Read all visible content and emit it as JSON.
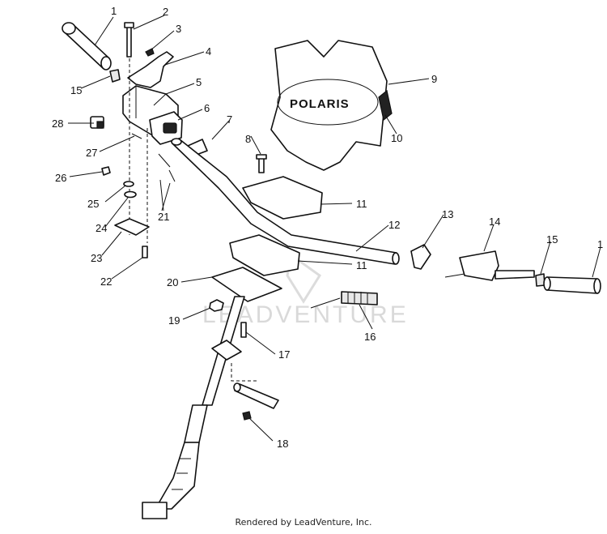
{
  "diagram": {
    "callouts": [
      "1",
      "2",
      "3",
      "4",
      "5",
      "6",
      "7",
      "8",
      "9",
      "10",
      "11",
      "11",
      "12",
      "13",
      "14",
      "15",
      "1",
      "15",
      "16",
      "17",
      "18",
      "19",
      "20",
      "21",
      "22",
      "23",
      "24",
      "25",
      "26",
      "27",
      "28"
    ],
    "pad_logo_text": "POLARIS",
    "watermark_text": "LEADVENTURE"
  },
  "footer": {
    "credit": "Rendered by LeadVenture, Inc."
  }
}
